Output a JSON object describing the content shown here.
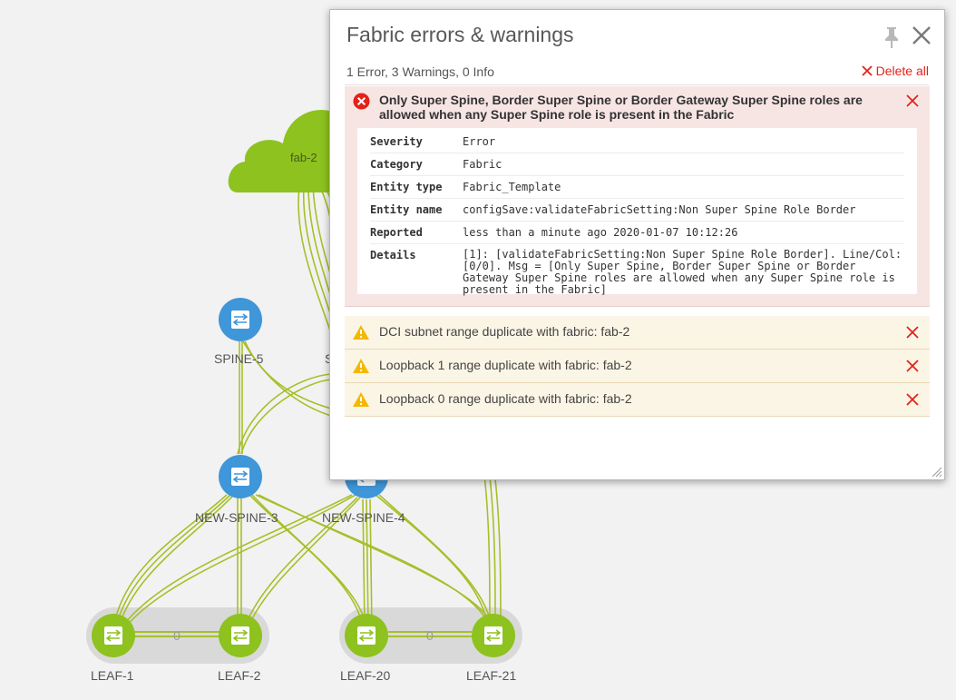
{
  "topology": {
    "cloud_label": "fab-2",
    "nodes": {
      "spine5": "SPINE-5",
      "new_spine3": "NEW-SPINE-3",
      "new_spine4": "NEW-SPINE-4",
      "leaf1": "LEAF-1",
      "leaf2": "LEAF-2",
      "leaf20": "LEAF-20",
      "leaf21": "LEAF-21"
    },
    "vpc_link_label_1": "0",
    "vpc_link_label_2": "0",
    "colors": {
      "spine": "#3f96d8",
      "leaf": "#8dc21f",
      "cloud": "#8dc21f",
      "link": "#a7bf2a"
    }
  },
  "panel": {
    "title": "Fabric errors & warnings",
    "summary": "1 Error, 3 Warnings, 0 Info",
    "delete_all_label": "Delete all",
    "error": {
      "message": "Only Super Spine, Border Super Spine or Border Gateway Super Spine roles are allowed when any Super Spine role is present in the Fabric",
      "details": [
        {
          "key": "Severity",
          "value": "Error"
        },
        {
          "key": "Category",
          "value": "Fabric"
        },
        {
          "key": "Entity type",
          "value": "Fabric_Template"
        },
        {
          "key": "Entity name",
          "value": "configSave:validateFabricSetting:Non Super Spine Role Border"
        },
        {
          "key": "Reported",
          "value": "less than a minute ago 2020-01-07 10:12:26"
        },
        {
          "key": "Details",
          "value": "[1]: [validateFabricSetting:Non Super Spine Role Border]. Line/Col:[0/0]. Msg = [Only Super Spine, Border Super Spine or Border Gateway Super Spine roles are allowed when any Super Spine role is present in the Fabric]"
        }
      ]
    },
    "warnings": [
      {
        "message": "DCI subnet range duplicate with fabric: fab-2"
      },
      {
        "message": "Loopback 1 range duplicate with fabric: fab-2"
      },
      {
        "message": "Loopback 0 range duplicate with fabric: fab-2"
      }
    ],
    "icons": {
      "pin": "pin-icon",
      "close": "close-icon",
      "error": "error-circle-icon",
      "warning": "warning-triangle-icon",
      "delete": "delete-x-icon"
    }
  }
}
